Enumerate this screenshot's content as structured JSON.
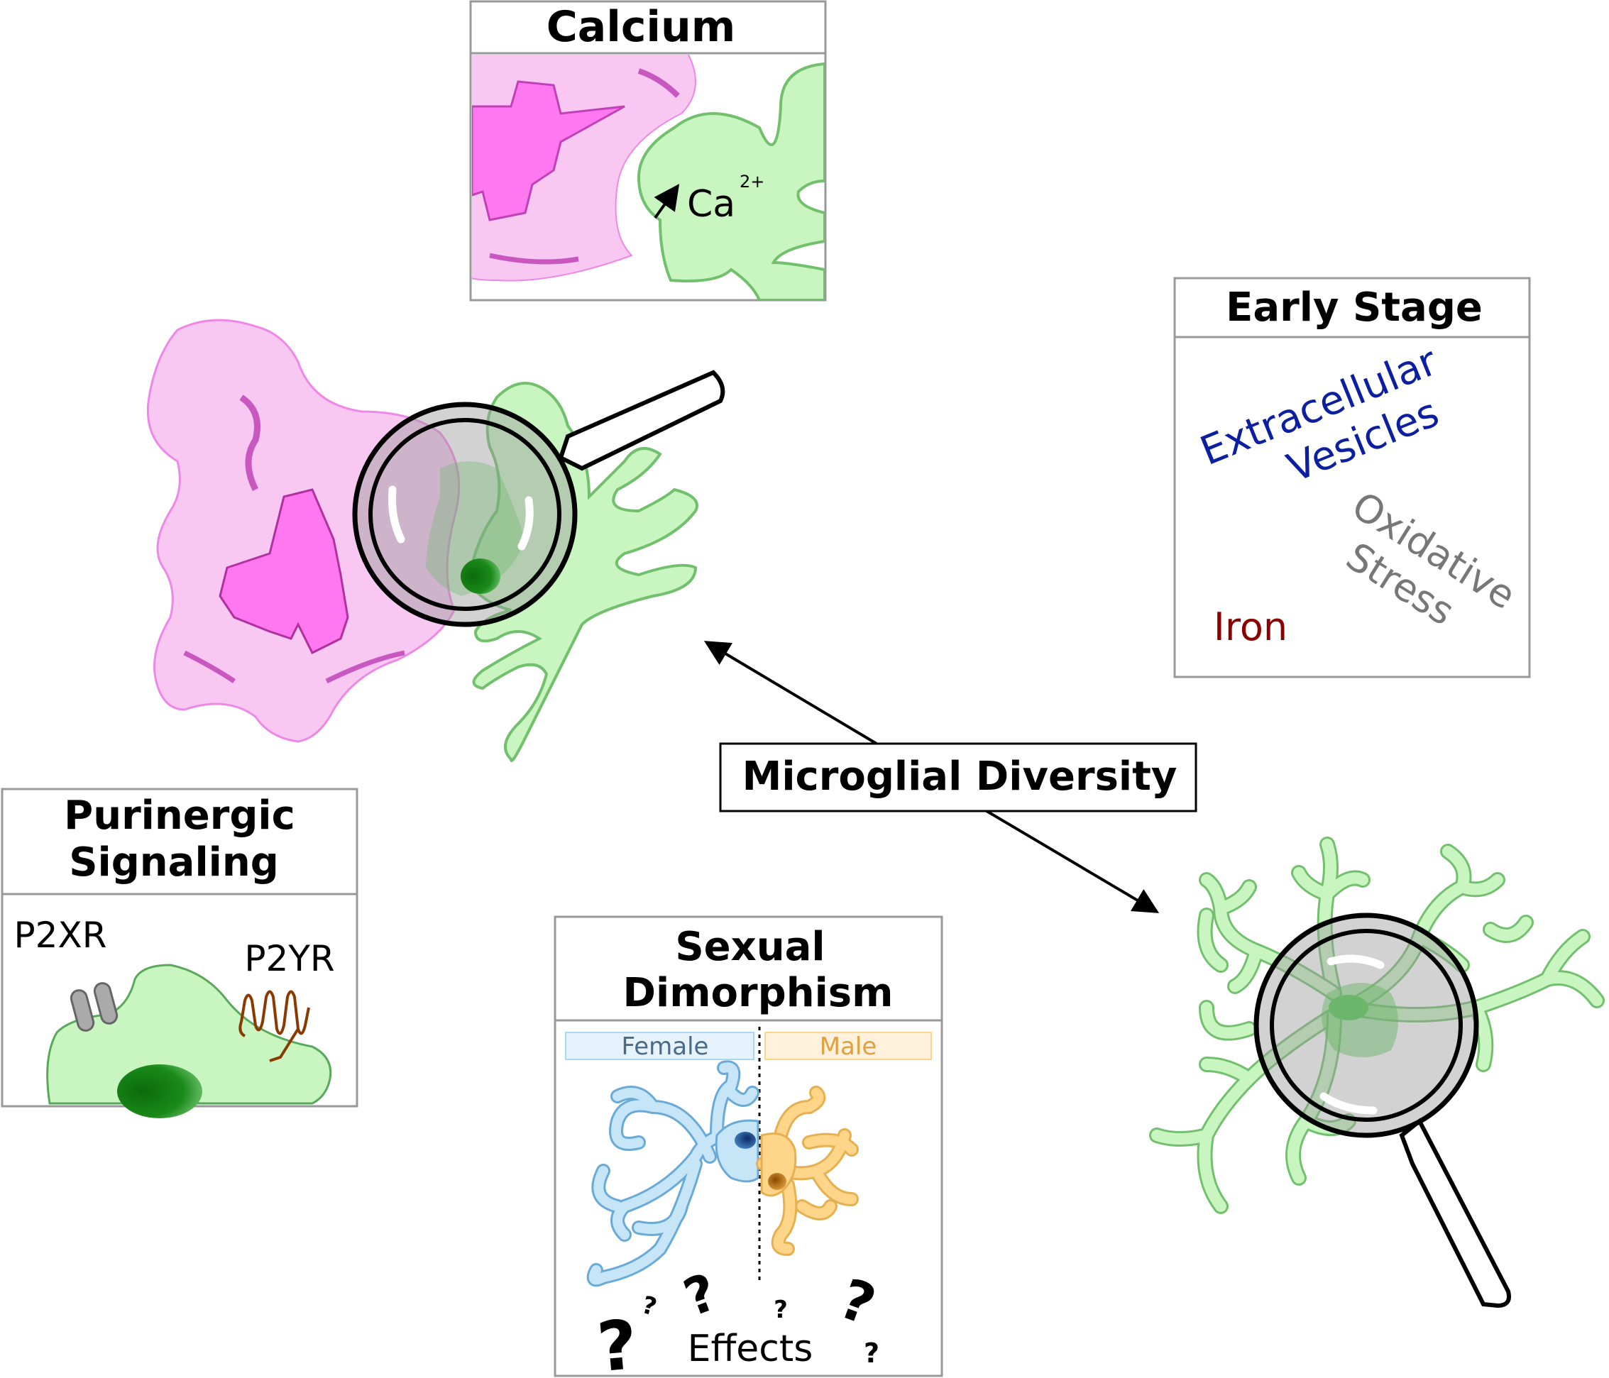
{
  "calcium": {
    "title": "Calcium",
    "ion": "Ca",
    "charge": "2+"
  },
  "early_stage": {
    "title": "Early Stage",
    "extracellular_line1": "Extracellular",
    "extracellular_line2": "Vesicles",
    "oxidative_line1": "Oxidative",
    "oxidative_line2": "Stress",
    "iron": "Iron"
  },
  "center_label": "Microglial Diversity",
  "purinergic": {
    "title_line1": "Purinergic",
    "title_line2": "Signaling",
    "p2x": "P2XR",
    "p2y": "P2YR"
  },
  "sexual": {
    "title_line1": "Sexual",
    "title_line2": "Dimorphism",
    "female": "Female",
    "male": "Male",
    "effects": "Effects",
    "question": "?"
  },
  "colors": {
    "microglia_fill": "#c8f5c0",
    "microglia_stroke": "#72c06e",
    "astro_fill": "#f8c8f2",
    "astro_core": "#ff78ef",
    "female": "#a9d8f5",
    "male": "#ffd58a",
    "ev_blue": "#0b1fa0",
    "iron_red": "#8b0000",
    "ox_gray": "#777777"
  }
}
